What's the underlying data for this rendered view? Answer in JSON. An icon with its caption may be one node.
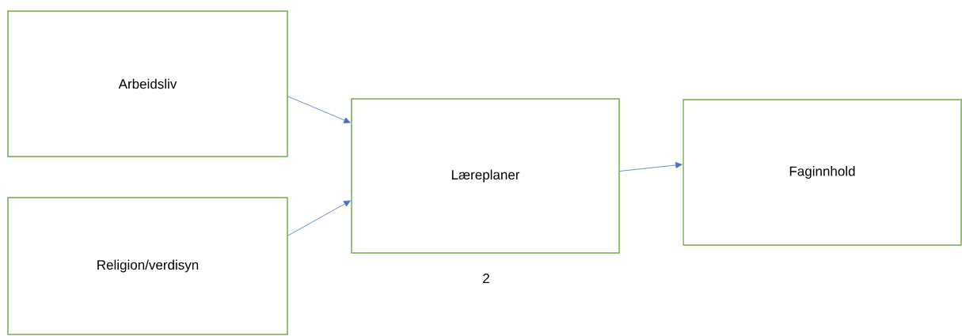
{
  "diagram": {
    "nodes": [
      {
        "text": [
          "Arbeidsliv"
        ]
      },
      {
        "text": [
          "Religion/verdisyn"
        ]
      },
      {
        "text": [
          "Læreplaner"
        ]
      },
      {
        "text": [
          "Faginnhold"
        ]
      }
    ],
    "edges": [
      {
        "from": 0,
        "to": 2,
        "arrow": "to"
      },
      {
        "from": 1,
        "to": 2,
        "arrow": "to"
      },
      {
        "from": 2,
        "to": 3,
        "arrow": "to"
      }
    ],
    "labels": [
      "2"
    ]
  }
}
